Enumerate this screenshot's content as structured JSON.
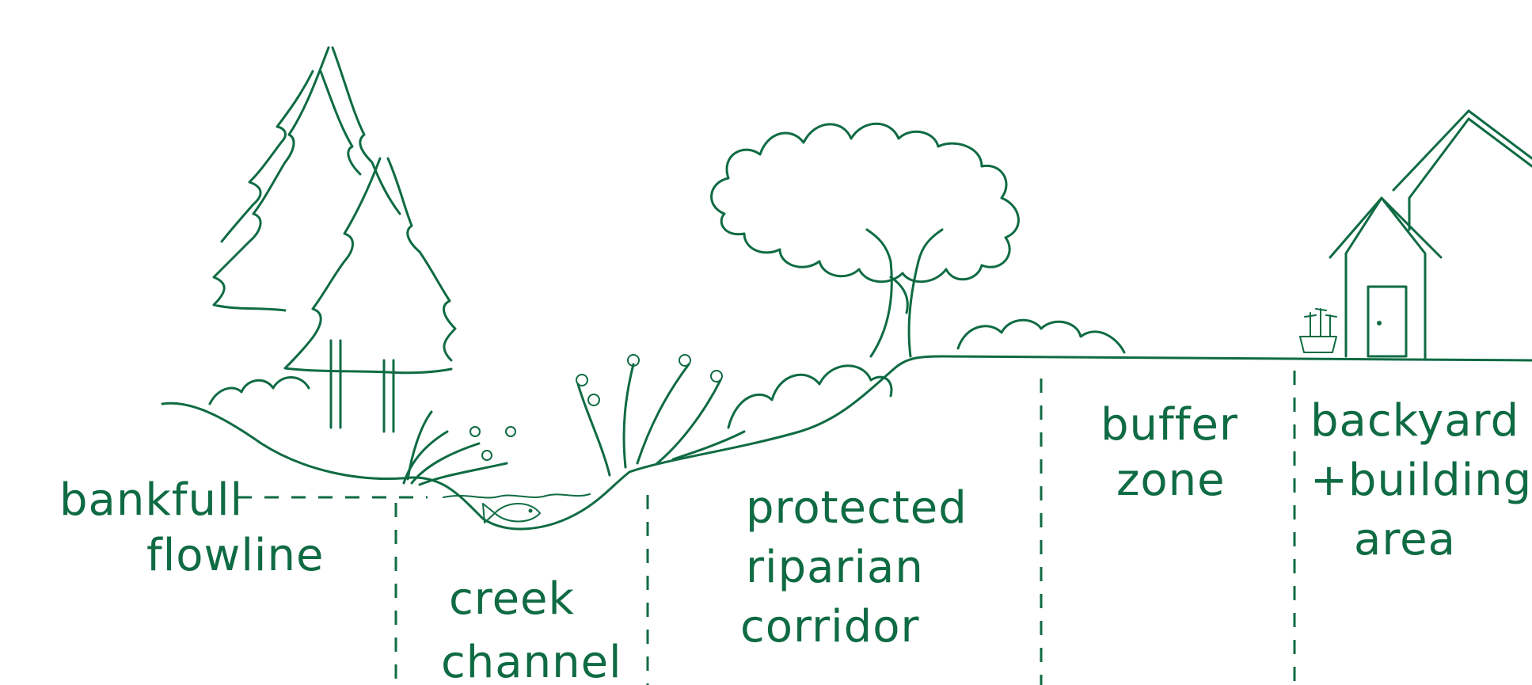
{
  "diagram": {
    "ink_color": "#0f6b43",
    "background": "#ffffff",
    "labels": {
      "bankfull_line1": "bankfull",
      "bankfull_line2": "flowline",
      "creek_line1": "creek",
      "creek_line2": "channel",
      "riparian_line1": "protected",
      "riparian_line2": "riparian",
      "riparian_line3": "corridor",
      "buffer_line1": "buffer",
      "buffer_line2": "zone",
      "backyard_line1": "backyard",
      "backyard_line2": "+building",
      "backyard_line3": "area"
    }
  }
}
